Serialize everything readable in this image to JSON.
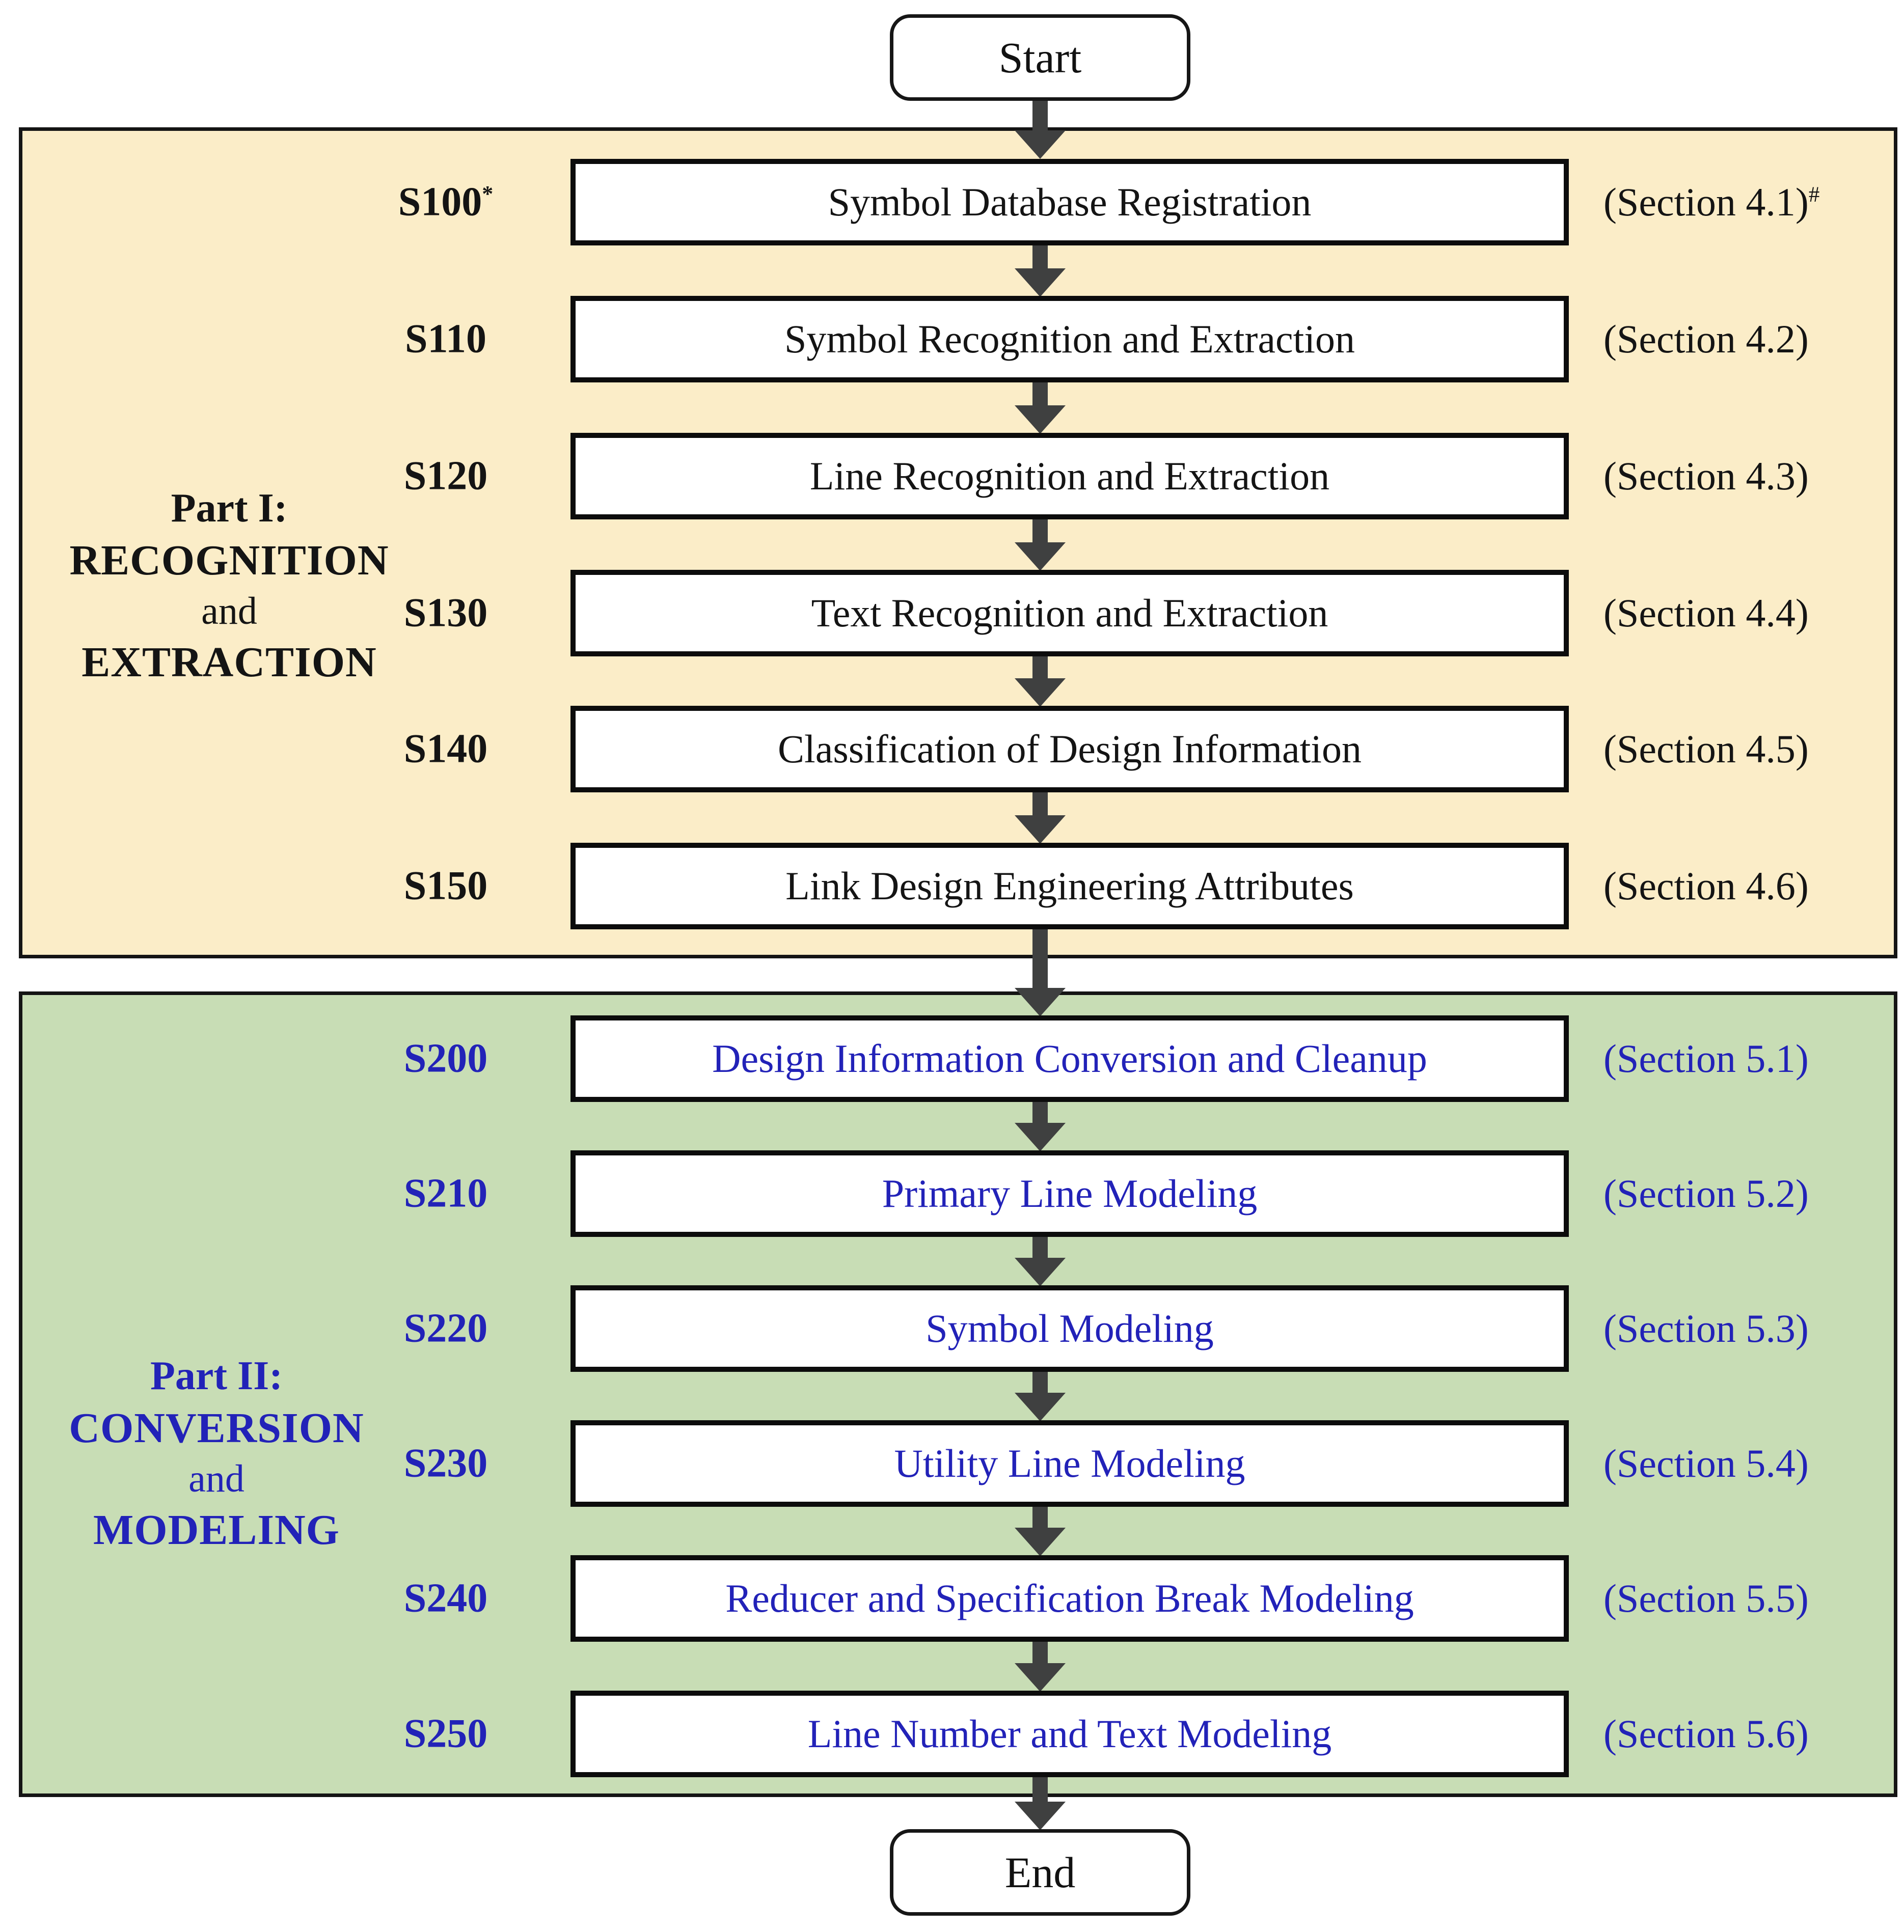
{
  "terminals": {
    "start": "Start",
    "end": "End"
  },
  "part1": {
    "title": {
      "line1": "Part I:",
      "line2": "RECOGNITION",
      "line3": "and",
      "line4": "EXTRACTION"
    },
    "steps": [
      {
        "id": "S100",
        "id_sup": "*",
        "label": "Symbol Database Registration",
        "section": "(Section 4.1)",
        "section_sup": "#"
      },
      {
        "id": "S110",
        "label": "Symbol Recognition and Extraction",
        "section": "(Section 4.2)"
      },
      {
        "id": "S120",
        "label": "Line Recognition and Extraction",
        "section": "(Section 4.3)"
      },
      {
        "id": "S130",
        "label": "Text Recognition and Extraction",
        "section": "(Section 4.4)"
      },
      {
        "id": "S140",
        "label": "Classification of Design Information",
        "section": "(Section 4.5)"
      },
      {
        "id": "S150",
        "label": "Link Design Engineering Attributes",
        "section": "(Section 4.6)"
      }
    ]
  },
  "part2": {
    "title": {
      "line1": "Part II:",
      "line2": "CONVERSION",
      "line3": "and",
      "line4": "MODELING"
    },
    "steps": [
      {
        "id": "S200",
        "label": "Design Information Conversion and Cleanup",
        "section": "(Section 5.1)"
      },
      {
        "id": "S210",
        "label": "Primary Line Modeling",
        "section": "(Section 5.2)"
      },
      {
        "id": "S220",
        "label": "Symbol Modeling",
        "section": "(Section 5.3)"
      },
      {
        "id": "S230",
        "label": "Utility Line Modeling",
        "section": "(Section 5.4)"
      },
      {
        "id": "S240",
        "label": "Reducer and Specification Break Modeling",
        "section": "(Section 5.5)"
      },
      {
        "id": "S250",
        "label": "Line Number and Text Modeling",
        "section": "(Section 5.6)"
      }
    ]
  },
  "colors": {
    "part1_bg": "#FBEDC8",
    "part2_bg": "#C8DDB5",
    "part1_text": "#141414",
    "part2_text": "#2222B8",
    "arrow": "#3F4040",
    "box_border": "#0C0C0C"
  }
}
